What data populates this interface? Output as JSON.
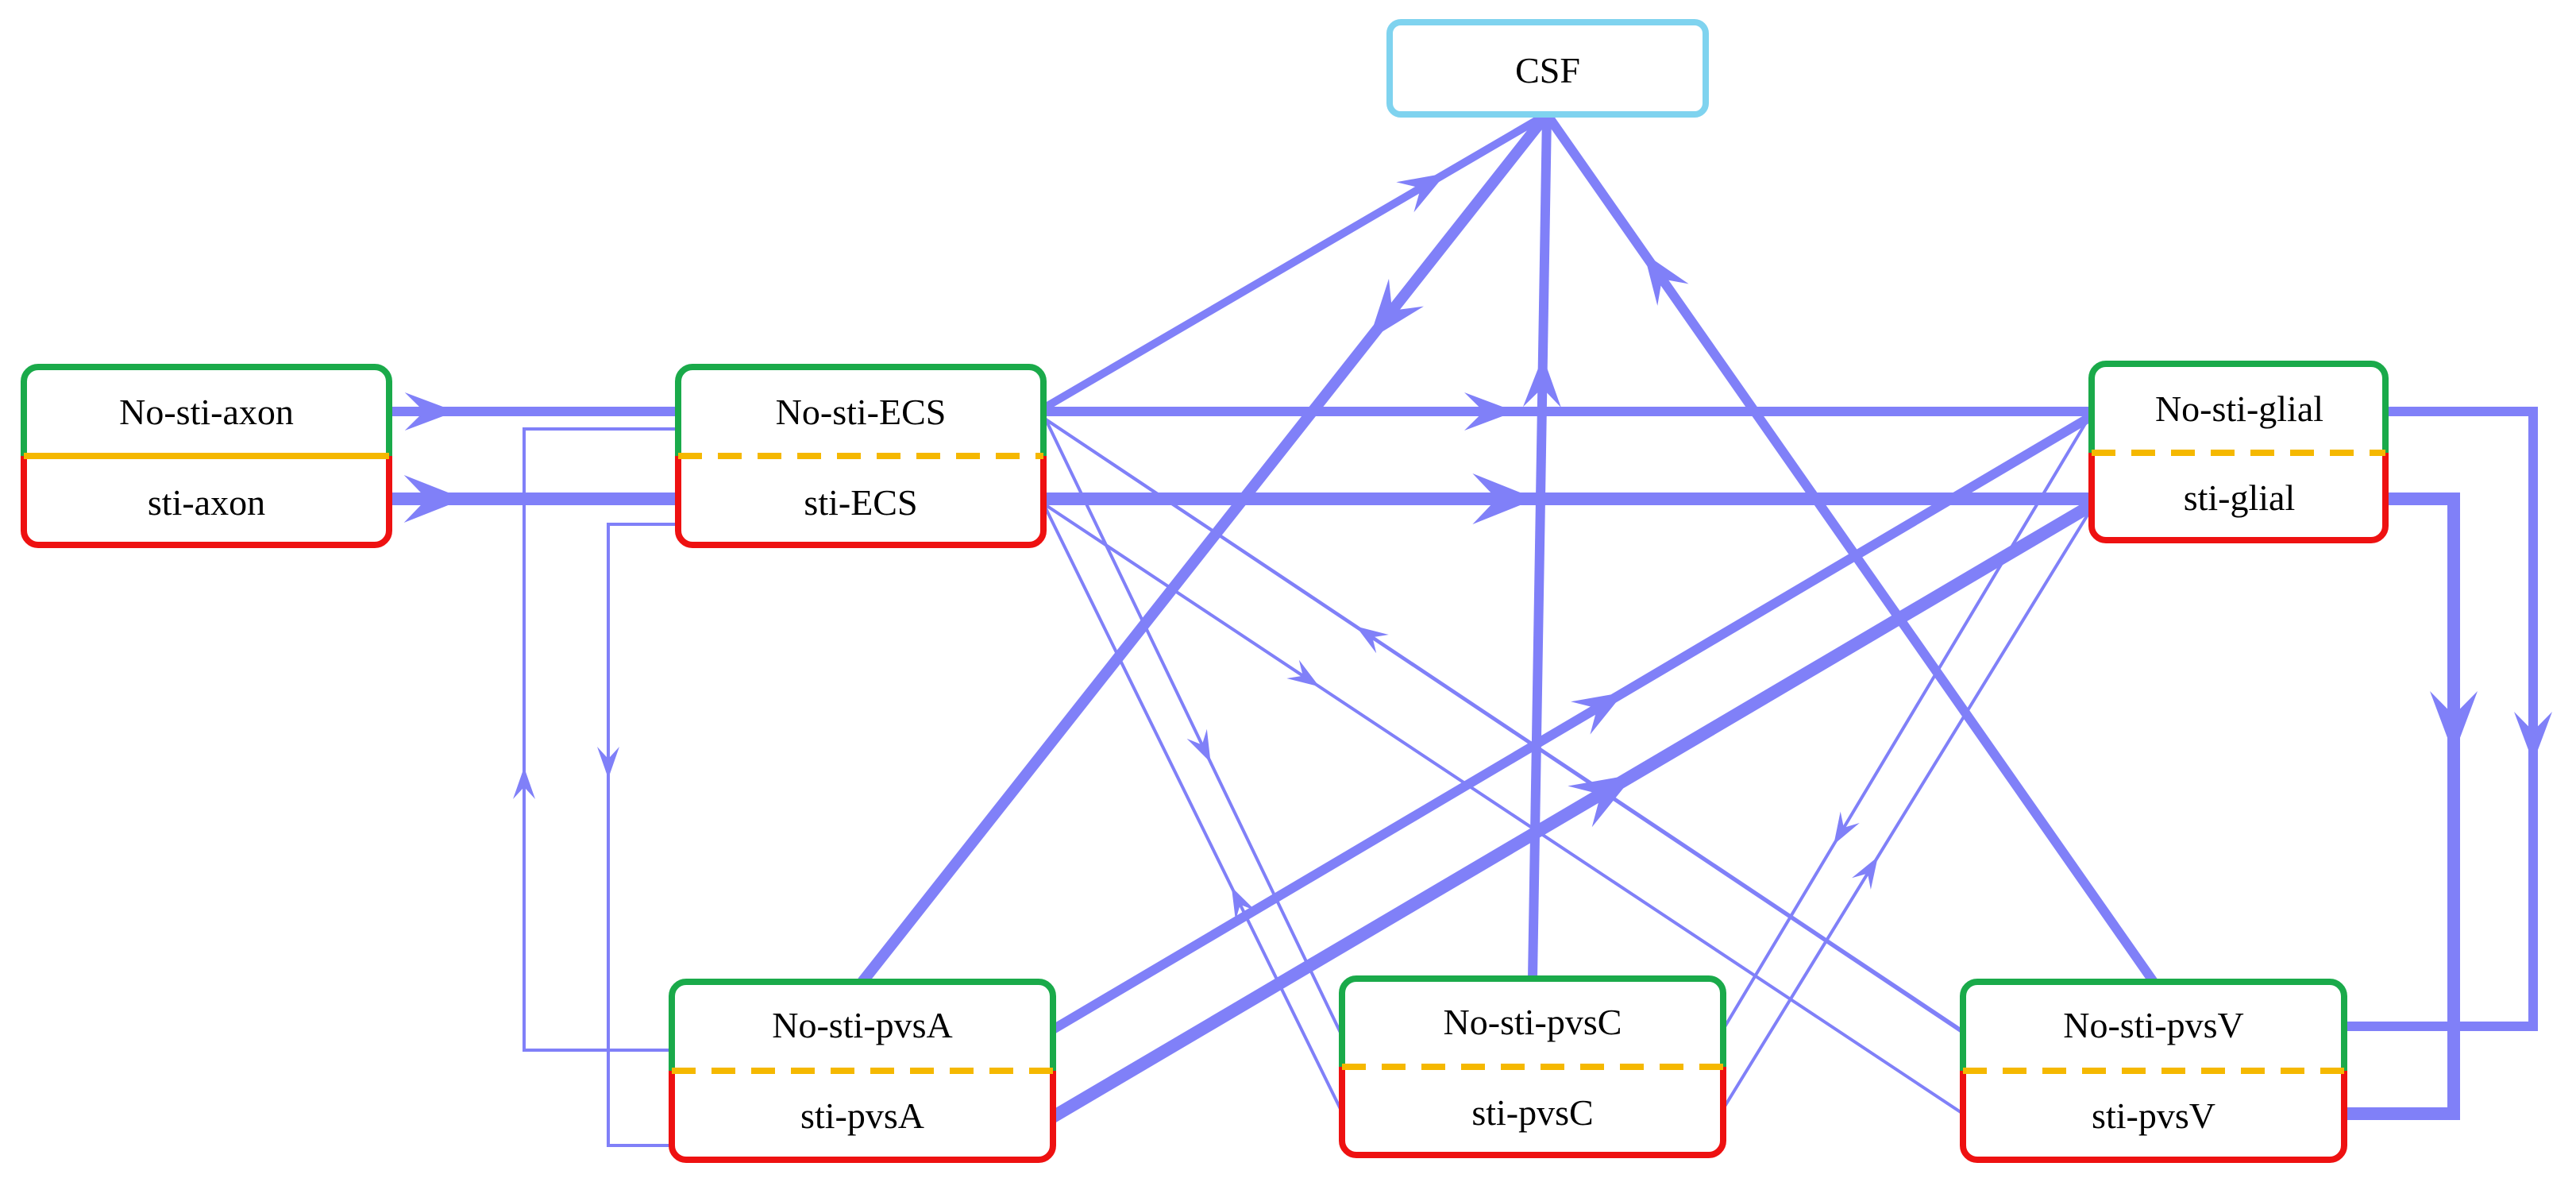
{
  "colors": {
    "flow": "#8080f8",
    "csf_border": "#7fd3ef",
    "no_sti_border": "#1aaa4a",
    "sti_border": "#ee1111",
    "divider": "#f5b800"
  },
  "nodes": {
    "csf": "CSF",
    "no_sti_axon": "No-sti-axon",
    "sti_axon": "sti-axon",
    "no_sti_ecs": "No-sti-ECS",
    "sti_ecs": "sti-ECS",
    "no_sti_glial": "No-sti-glial",
    "sti_glial": "sti-glial",
    "no_sti_pvsa": "No-sti-pvsA",
    "sti_pvsa": "sti-pvsA",
    "no_sti_pvsc": "No-sti-pvsC",
    "sti_pvsc": "sti-pvsC",
    "no_sti_pvsv": "No-sti-pvsV",
    "sti_pvsv": "sti-pvsV"
  }
}
